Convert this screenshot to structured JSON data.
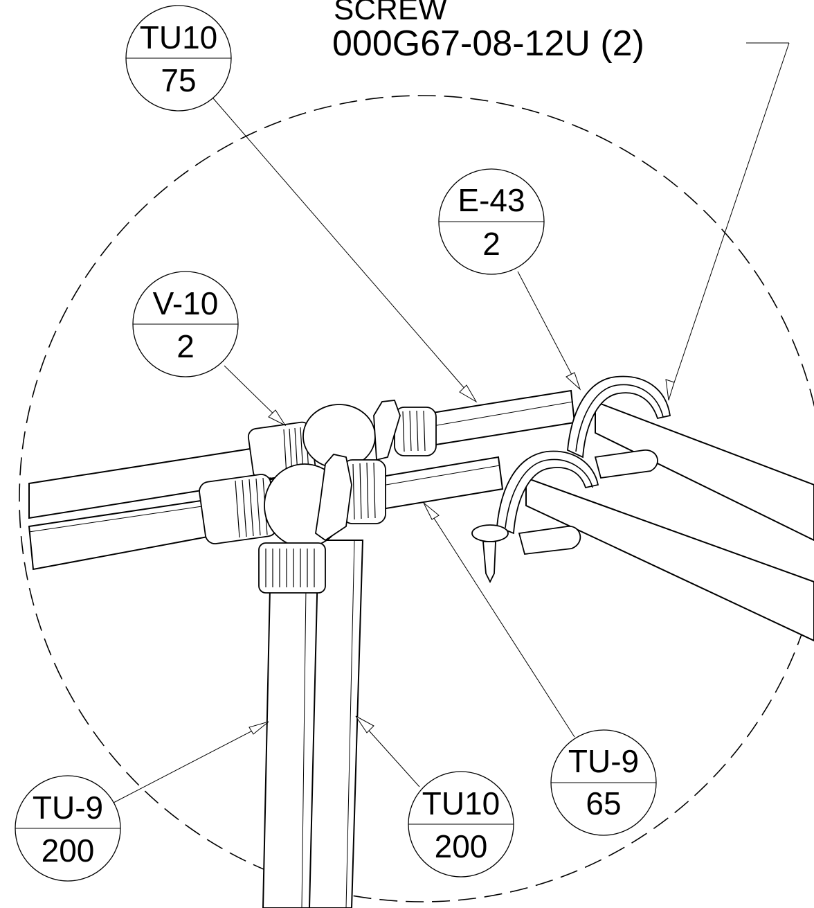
{
  "callout": {
    "title": "SCREW",
    "part": "000G67-08-12U (2)"
  },
  "balloons": [
    {
      "id": "tu10-75",
      "top": "TU10",
      "bottom": "75"
    },
    {
      "id": "e43-2",
      "top": "E-43",
      "bottom": "2"
    },
    {
      "id": "v10-2",
      "top": "V-10",
      "bottom": "2"
    },
    {
      "id": "tu9-65",
      "top": "TU-9",
      "bottom": "65"
    },
    {
      "id": "tu9-200",
      "top": "TU-9",
      "bottom": "200"
    },
    {
      "id": "tu10-200",
      "top": "TU10",
      "bottom": "200"
    }
  ]
}
